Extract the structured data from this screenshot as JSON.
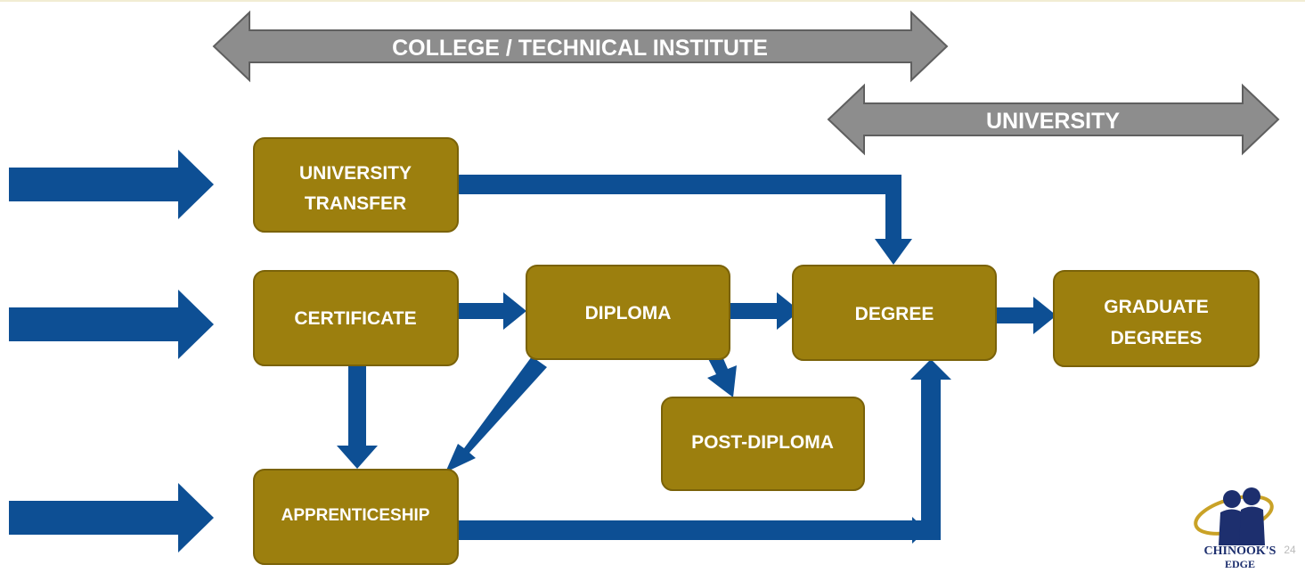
{
  "bands": {
    "college": "COLLEGE / TECHNICAL INSTITUTE",
    "university": "UNIVERSITY"
  },
  "boxes": {
    "university_transfer": [
      "UNIVERSITY",
      "TRANSFER"
    ],
    "certificate": "CERTIFICATE",
    "diploma": "DIPLOMA",
    "degree": "DEGREE",
    "graduate_degrees": [
      "GRADUATE",
      "DEGREES"
    ],
    "post_diploma": "POST-DIPLOMA",
    "apprenticeship": "APPRENTICESHIP"
  },
  "logo": {
    "line1": "CHINOOK'S",
    "line2": "EDGE",
    "page_number": "24"
  },
  "colors": {
    "box_fill": "#9c7f0e",
    "box_stroke": "#7a6208",
    "arrow_blue": "#0d4f94",
    "band_gray": "#8d8d8d",
    "band_stroke": "#5f5f5f"
  }
}
